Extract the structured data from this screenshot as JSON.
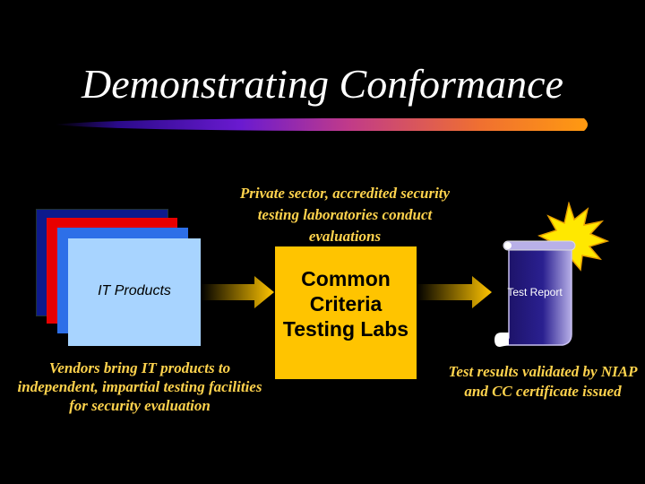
{
  "title": "Demonstrating Conformance",
  "lab_caption": "Private sector, accredited security testing laboratories conduct evaluations",
  "it_products": "IT Products",
  "vendor_caption": "Vendors bring IT products to independent, impartial testing facilities for security evaluation",
  "labs_label": "Common Criteria Testing Labs",
  "report_label": "Test Report",
  "results_caption": "Test results validated by NIAP and CC certificate issued",
  "colors": {
    "background": "#000000",
    "caption": "#ffd34d",
    "labs_box": "#ffc400",
    "title_bar_start": "#2a0a8a",
    "title_bar_end": "#ff8a00"
  }
}
